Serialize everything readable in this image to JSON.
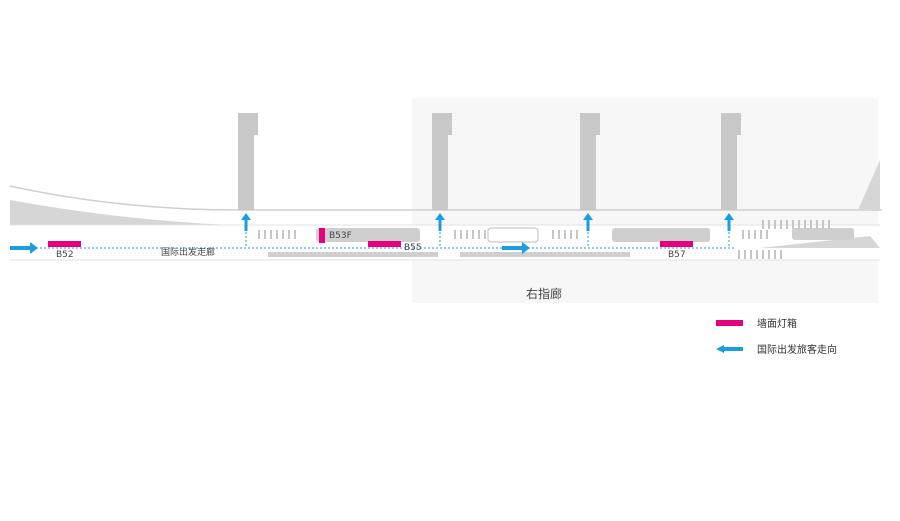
{
  "labels": {
    "b52": "B52",
    "b53f": "B53F",
    "b55": "B55",
    "b57": "B57",
    "corridor": "国际出发走廊",
    "area_title": "右指廊"
  },
  "legend": {
    "lightbox": "墙面灯箱",
    "direction": "国际出发旅客走向"
  },
  "colors": {
    "lightbox": "#e5007f",
    "arrow": "#1a9ee0",
    "building": "#c8c8c8"
  }
}
